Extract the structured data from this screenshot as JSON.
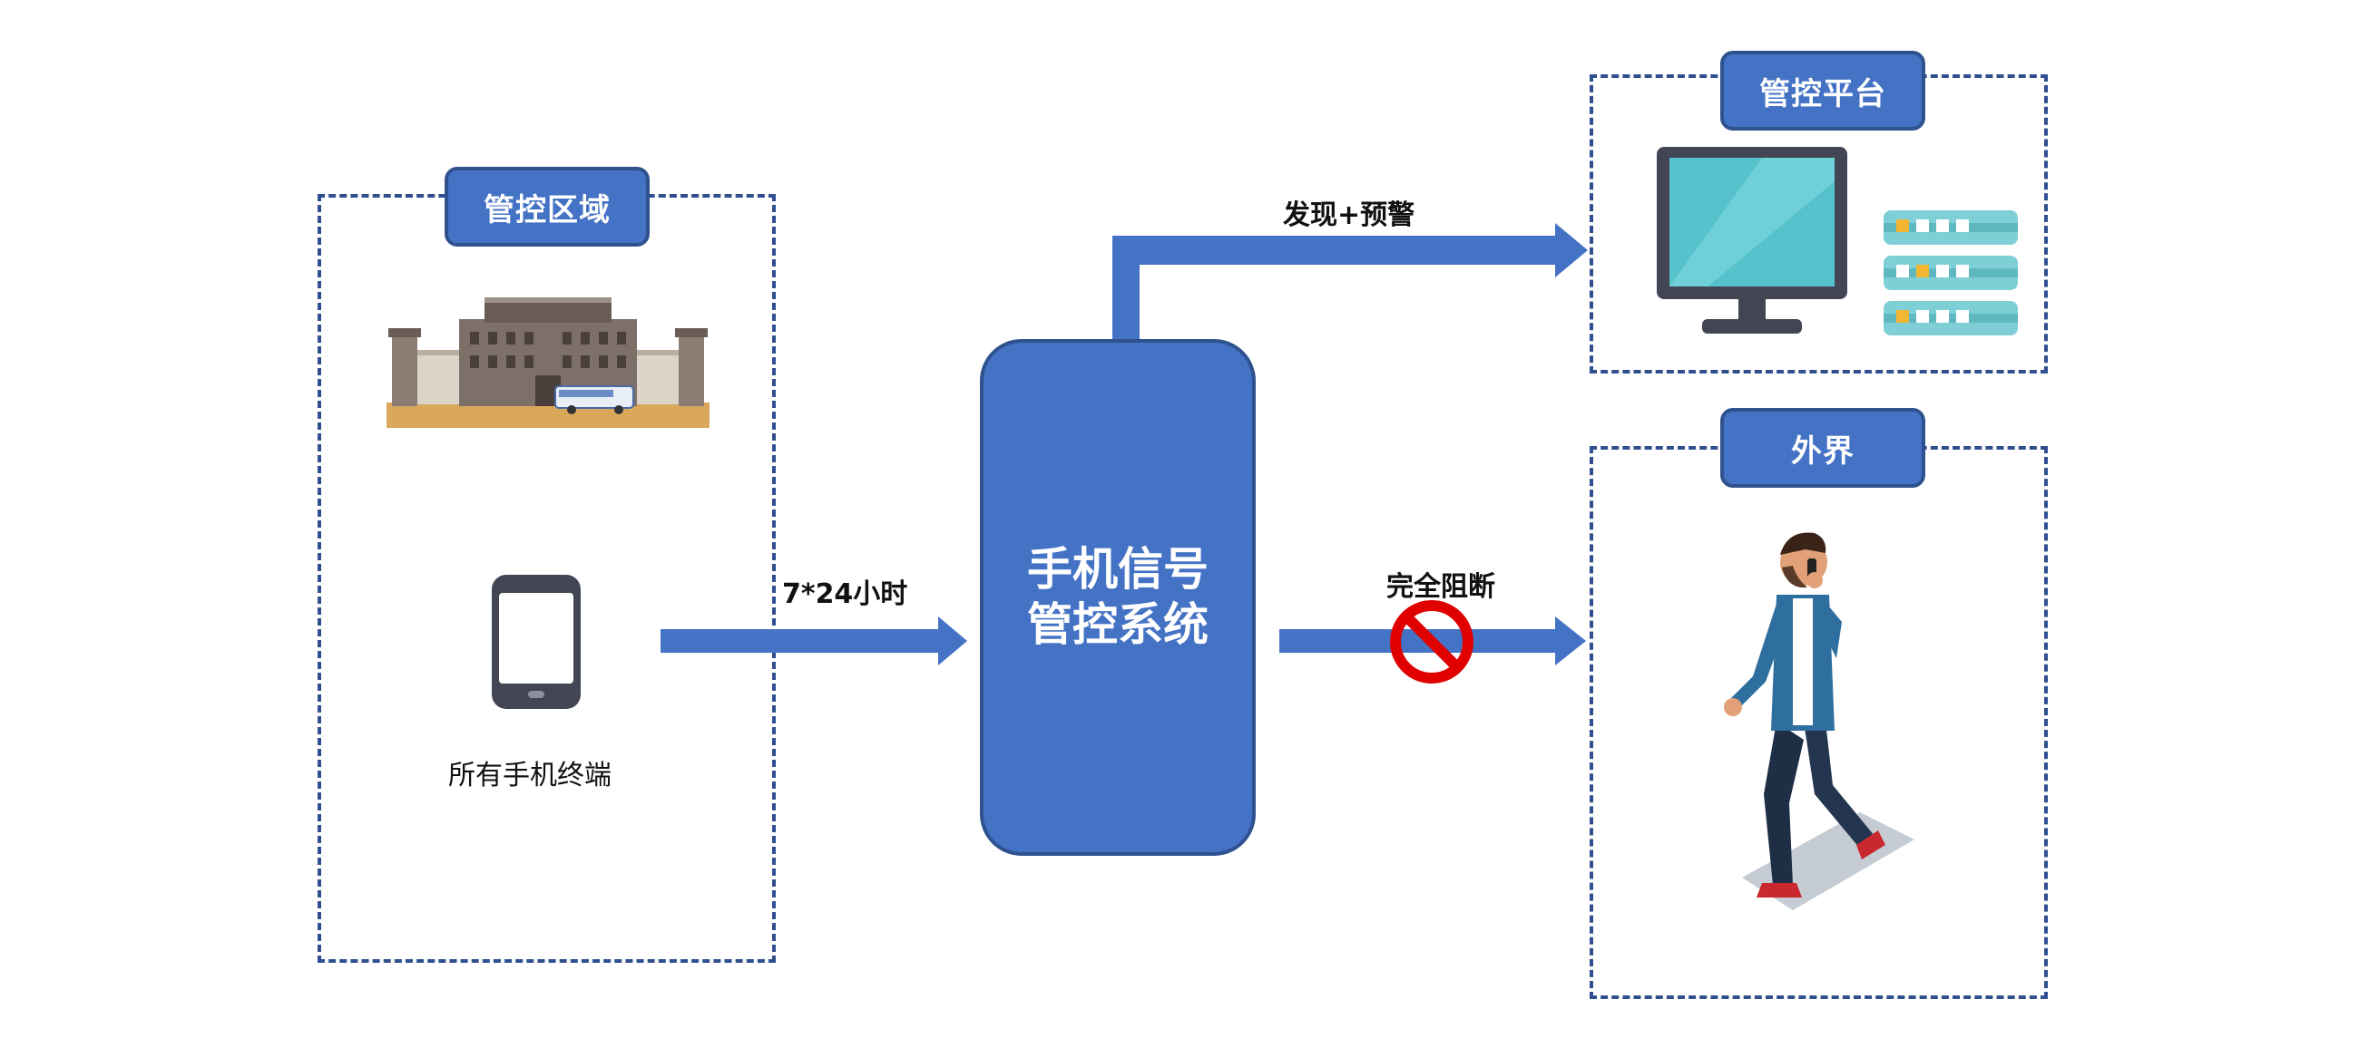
{
  "regions": {
    "control_area": {
      "badge": "管控区域",
      "terminal_label": "所有手机终端"
    },
    "platform": {
      "badge": "管控平台"
    },
    "outside": {
      "badge": "外界"
    }
  },
  "core": {
    "line1": "手机信号",
    "line2": "管控系统"
  },
  "flows": {
    "input_label": "7*24小时",
    "alert_label": "发现+预警",
    "block_label": "完全阻断"
  },
  "colors": {
    "primary": "#4472c4",
    "border": "#2f528f",
    "block": "#e00000",
    "monitor": "#56c2cc",
    "dark": "#424654"
  },
  "icons": [
    "prison-building-icon",
    "smartphone-icon",
    "monitor-icon",
    "server-icon",
    "prohibited-icon",
    "person-on-phone-icon"
  ]
}
